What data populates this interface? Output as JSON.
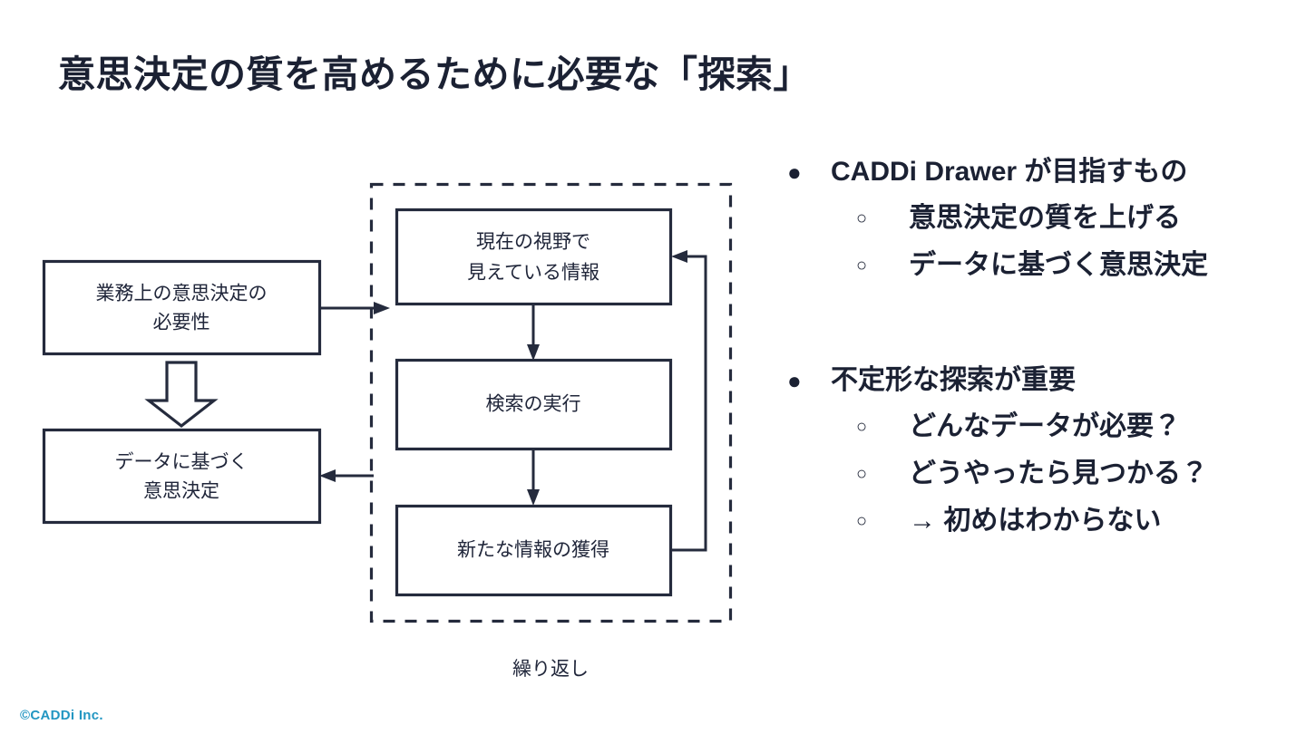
{
  "slide": {
    "title": "意思決定の質を高めるために必要な「探索」",
    "background_color": "#ffffff",
    "ink_color": "#20263a",
    "accent_color": "#2296c2"
  },
  "diagram": {
    "left_boxes": [
      {
        "id": "need",
        "lines": [
          "業務上の意思決定の",
          "必要性"
        ]
      },
      {
        "id": "decision",
        "lines": [
          "データに基づく",
          "意思決定"
        ]
      }
    ],
    "block_arrow": {
      "name": "down-block-arrow",
      "direction": "down"
    },
    "loop_container": {
      "style": "dashed",
      "caption": "繰り返し"
    },
    "cycle_boxes": [
      {
        "id": "visible-info",
        "lines": [
          "現在の視野で",
          "見えている情報"
        ]
      },
      {
        "id": "run-search",
        "lines": [
          "検索の実行"
        ]
      },
      {
        "id": "new-info",
        "lines": [
          "新たな情報の獲得"
        ]
      }
    ],
    "connectors": [
      {
        "id": "need-to-cycle",
        "from": "need",
        "to": "loop-container",
        "arrow": "right"
      },
      {
        "id": "visible-to-search",
        "from": "visible-info",
        "to": "run-search",
        "arrow": "down"
      },
      {
        "id": "search-to-new",
        "from": "run-search",
        "to": "new-info",
        "arrow": "down"
      },
      {
        "id": "new-to-visible-feedback",
        "from": "new-info",
        "to": "visible-info",
        "arrow": "left"
      },
      {
        "id": "cycle-to-decision",
        "from": "loop-container",
        "to": "decision",
        "arrow": "left"
      }
    ]
  },
  "bullets": {
    "marker_level1": "●",
    "marker_level2": "○",
    "groups": [
      {
        "heading": "CADDi Drawer が目指すもの",
        "items": [
          "意思決定の質を上げる",
          "データに基づく意思決定"
        ]
      },
      {
        "heading": "不定形な探索が重要",
        "items": [
          "どんなデータが必要？",
          "どうやったら見つかる？",
          "→ 初めはわからない"
        ]
      }
    ]
  },
  "footer": {
    "copyright": "©CADDi Inc."
  }
}
